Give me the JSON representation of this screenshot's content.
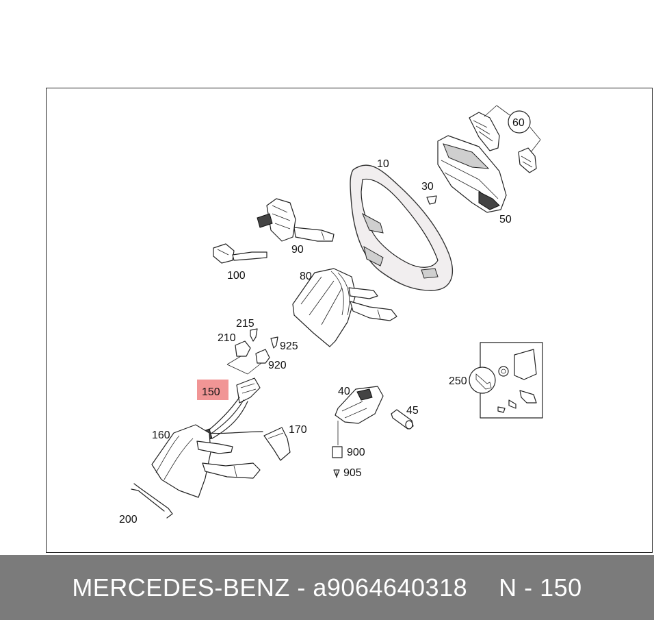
{
  "diagram": {
    "highlighted_part": "150",
    "labels": {
      "p10": "10",
      "p30": "30",
      "p40": "40",
      "p45": "45",
      "p50": "50",
      "p60": "60",
      "p80": "80",
      "p90": "90",
      "p100": "100",
      "p150": "150",
      "p160": "160",
      "p170": "170",
      "p200": "200",
      "p210": "210",
      "p215": "215",
      "p250": "250",
      "p900": "900",
      "p905": "905",
      "p920": "920",
      "p925": "925"
    },
    "colors": {
      "highlight": "#f08a8a",
      "footer_background": "#7b7b7b",
      "footer_text": "#ffffff"
    }
  },
  "footer": {
    "brand": "MERCEDES-BENZ",
    "separator": "-",
    "part_number": "a9064640318",
    "position_ref": "N - 150"
  }
}
